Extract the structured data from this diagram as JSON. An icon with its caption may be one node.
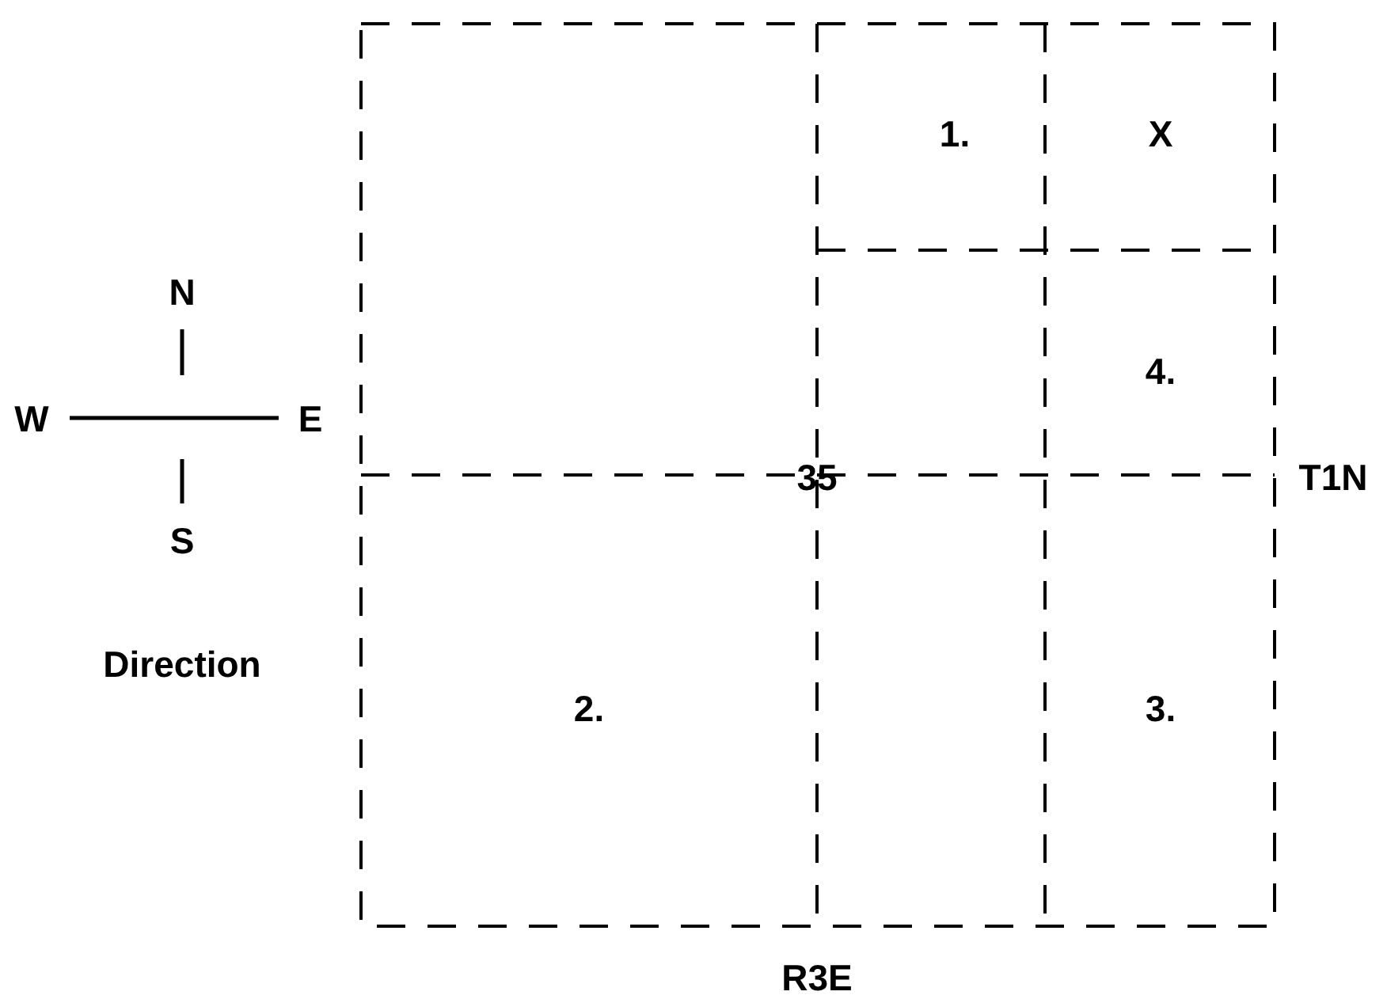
{
  "diagram": {
    "labels": [
      "N",
      "1.",
      "X",
      "4.",
      "W",
      "E",
      "35",
      "T1N",
      "S",
      "Direction",
      "2.",
      "3.",
      "R3E"
    ]
  }
}
